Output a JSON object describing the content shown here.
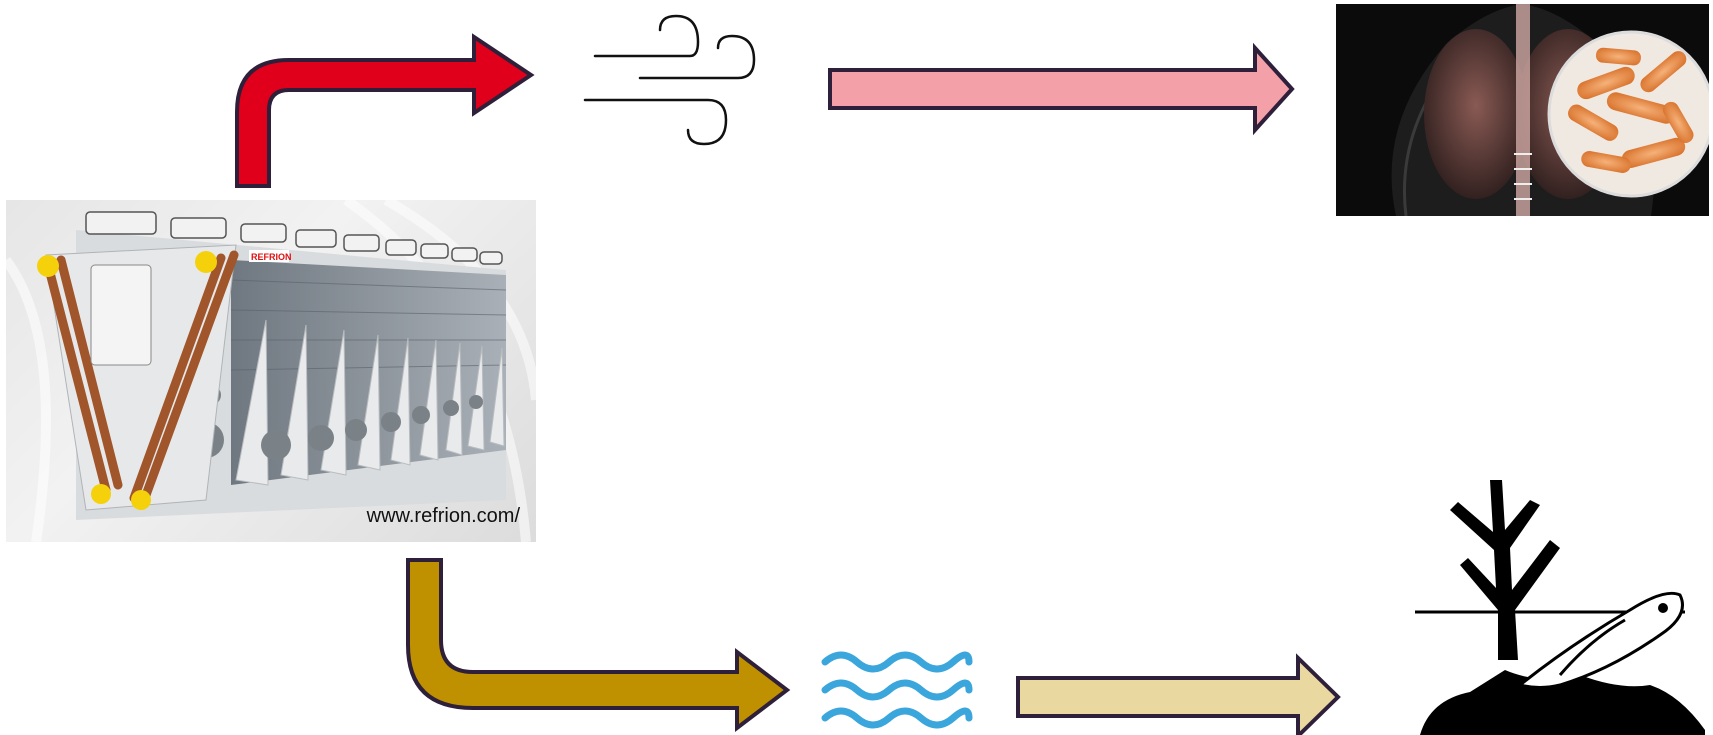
{
  "cooler": {
    "caption": "www.refrion.com/",
    "brand": "REFRION"
  },
  "icons": {
    "wind": "wind-icon",
    "water": "water-waves-icon",
    "lungs": "lungs-bacteria-illustration",
    "hazard": "environmental-hazard-symbol"
  },
  "colors": {
    "air_arrow": "#e0001b",
    "air_result_arrow": "#f4a0a8",
    "water_arrow": "#bf9000",
    "water_result_arrow": "#e9d9a1",
    "outline": "#2e1f3a",
    "water_blue": "#3aa6dc"
  }
}
